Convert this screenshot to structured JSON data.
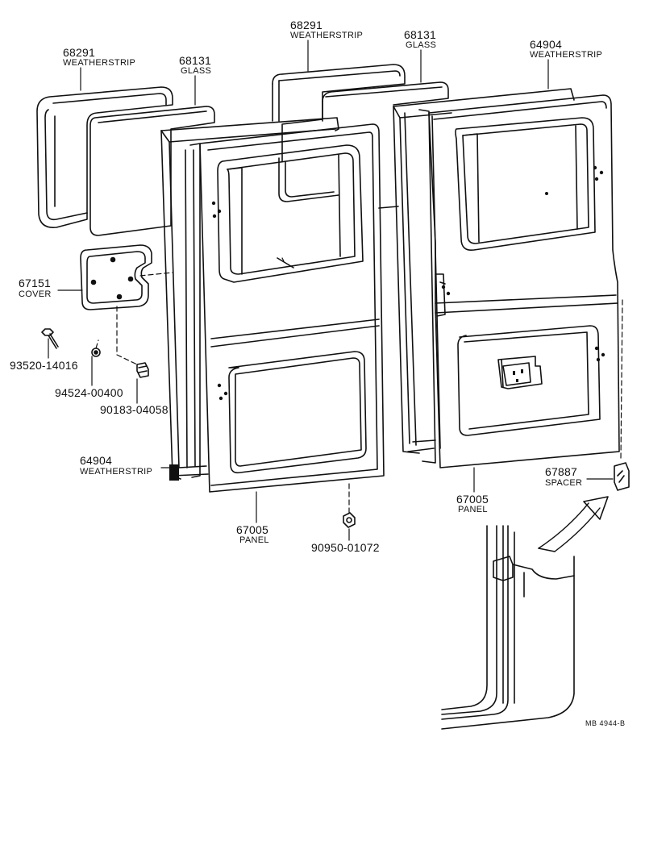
{
  "callouts": [
    {
      "id": "weatherstrip-68291-left",
      "number": "68291",
      "name": "WEATHERSTRIP"
    },
    {
      "id": "glass-68131-left",
      "number": "68131",
      "name": "GLASS"
    },
    {
      "id": "weatherstrip-68291-center",
      "number": "68291",
      "name": "WEATHERSTRIP"
    },
    {
      "id": "glass-68131-center",
      "number": "68131",
      "name": "GLASS"
    },
    {
      "id": "weatherstrip-64904-top",
      "number": "64904",
      "name": "WEATHERSTRIP"
    },
    {
      "id": "cover-67151",
      "number": "67151",
      "name": "COVER"
    },
    {
      "id": "bolt-93520",
      "number": "93520-14016",
      "name": ""
    },
    {
      "id": "nut-94524",
      "number": "94524-00400",
      "name": ""
    },
    {
      "id": "clip-90183",
      "number": "90183-04058",
      "name": ""
    },
    {
      "id": "weatherstrip-64904-left",
      "number": "64904",
      "name": "WEATHERSTRIP"
    },
    {
      "id": "panel-67005-left",
      "number": "67005",
      "name": "PANEL"
    },
    {
      "id": "nut-90950",
      "number": "90950-01072",
      "name": ""
    },
    {
      "id": "panel-67005-right",
      "number": "67005",
      "name": "PANEL"
    },
    {
      "id": "spacer-67887",
      "number": "67887",
      "name": "SPACER"
    }
  ],
  "reference_code": "MB 4944-B"
}
